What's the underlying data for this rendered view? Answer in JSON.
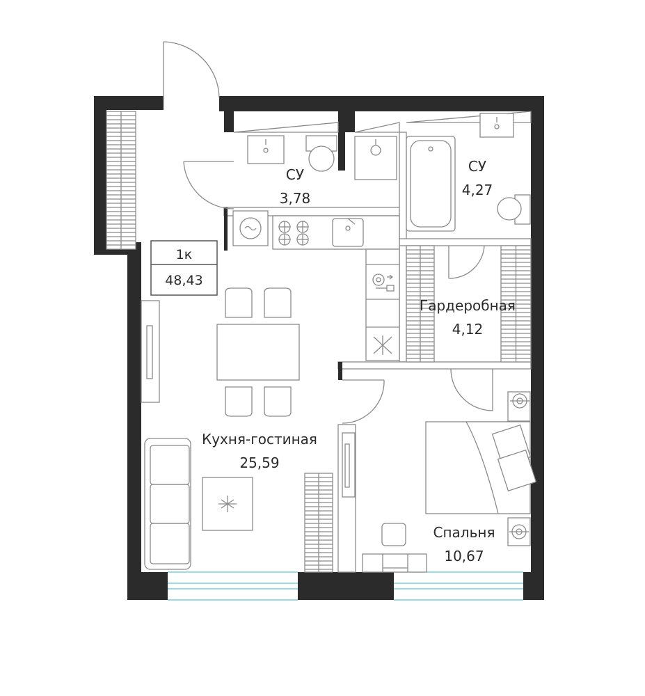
{
  "apartment": {
    "type_label": "1к",
    "total_area": "48,43"
  },
  "rooms": [
    {
      "name": "",
      "area": "3,78",
      "label": "СУ"
    },
    {
      "name": "",
      "area": "4,27",
      "label": "СУ"
    },
    {
      "name": "",
      "area": "4,12",
      "label": "Гардеробная"
    },
    {
      "name": "",
      "area": "25,59",
      "label": "Кухня-гостиная"
    },
    {
      "name": "",
      "area": "10,67",
      "label": "Спальня"
    }
  ],
  "colors": {
    "wall": "#2b2b2b",
    "line": "#8a8a8a",
    "window_glass": "#5bc8d8",
    "background": "#ffffff"
  }
}
